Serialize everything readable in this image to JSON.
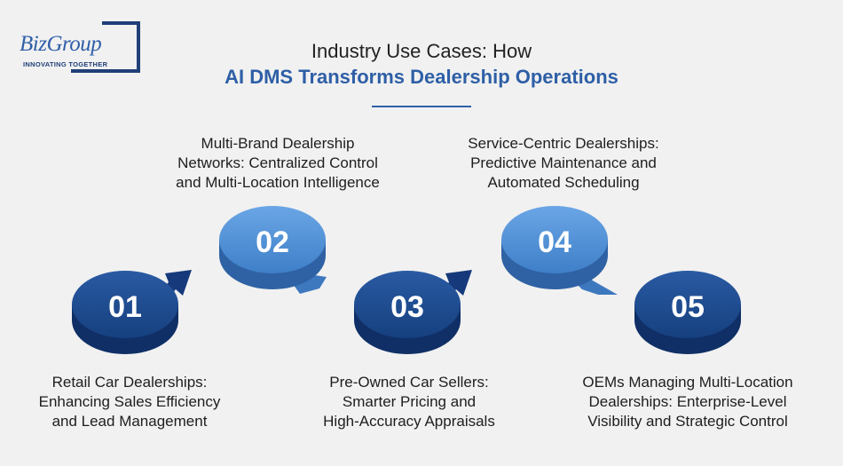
{
  "logo": {
    "name": "BizGroup",
    "tagline": "INNOVATING TOGETHER"
  },
  "header": {
    "line1": "Industry Use Cases: How",
    "line2": "AI DMS Transforms Dealership Operations"
  },
  "steps": [
    {
      "number": "01",
      "label_lines": [
        "Retail Car Dealerships:",
        "Enhancing Sales Efficiency",
        "and Lead Management"
      ],
      "color": "#1f4f96"
    },
    {
      "number": "02",
      "label_lines": [
        "Multi-Brand Dealership",
        "Networks: Centralized Control",
        "and Multi-Location Intelligence"
      ],
      "color": "#4f8fd6"
    },
    {
      "number": "03",
      "label_lines": [
        "Pre-Owned Car Sellers:",
        "Smarter Pricing and",
        "High-Accuracy Appraisals"
      ],
      "color": "#1f4f96"
    },
    {
      "number": "04",
      "label_lines": [
        "Service-Centric Dealerships:",
        "Predictive Maintenance and",
        "Automated Scheduling"
      ],
      "color": "#4f8fd6"
    },
    {
      "number": "05",
      "label_lines": [
        "OEMs Managing Multi-Location",
        "Dealerships: Enterprise-Level",
        "Visibility and Strategic Control"
      ],
      "color": "#1f4f96"
    }
  ]
}
